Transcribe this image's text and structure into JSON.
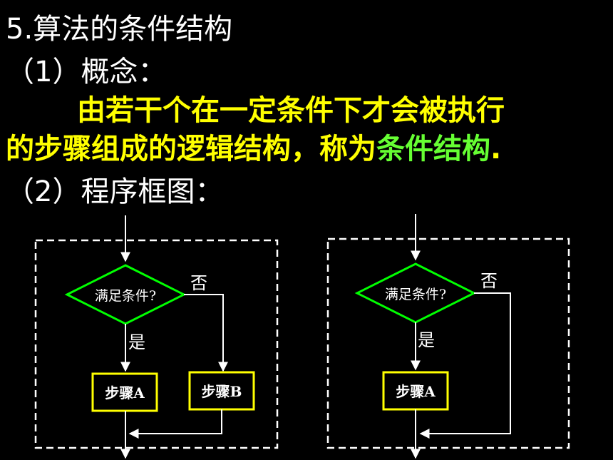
{
  "heading": {
    "title": "5.算法的条件结构",
    "concept_label": "（1）概念：",
    "definition_line1": "由若干个在一定条件下才会被执行",
    "definition_line2_prefix": "的步骤组成的逻辑结构，称为",
    "definition_term": "条件结构",
    "definition_end": ".",
    "flowchart_label": "（2）程序框图："
  },
  "diagram_left": {
    "condition": "满足条件?",
    "yes": "是",
    "no": "否",
    "step_a": "步骤A",
    "step_b": "步骤B"
  },
  "diagram_right": {
    "condition": "满足条件?",
    "yes": "是",
    "no": "否",
    "step_a": "步骤A"
  },
  "colors": {
    "background": "#000000",
    "text": "#ffffff",
    "highlight": "#ffff00",
    "term": "#66ff33",
    "decision_border": "#00ff00",
    "step_border": "#ffff00"
  }
}
